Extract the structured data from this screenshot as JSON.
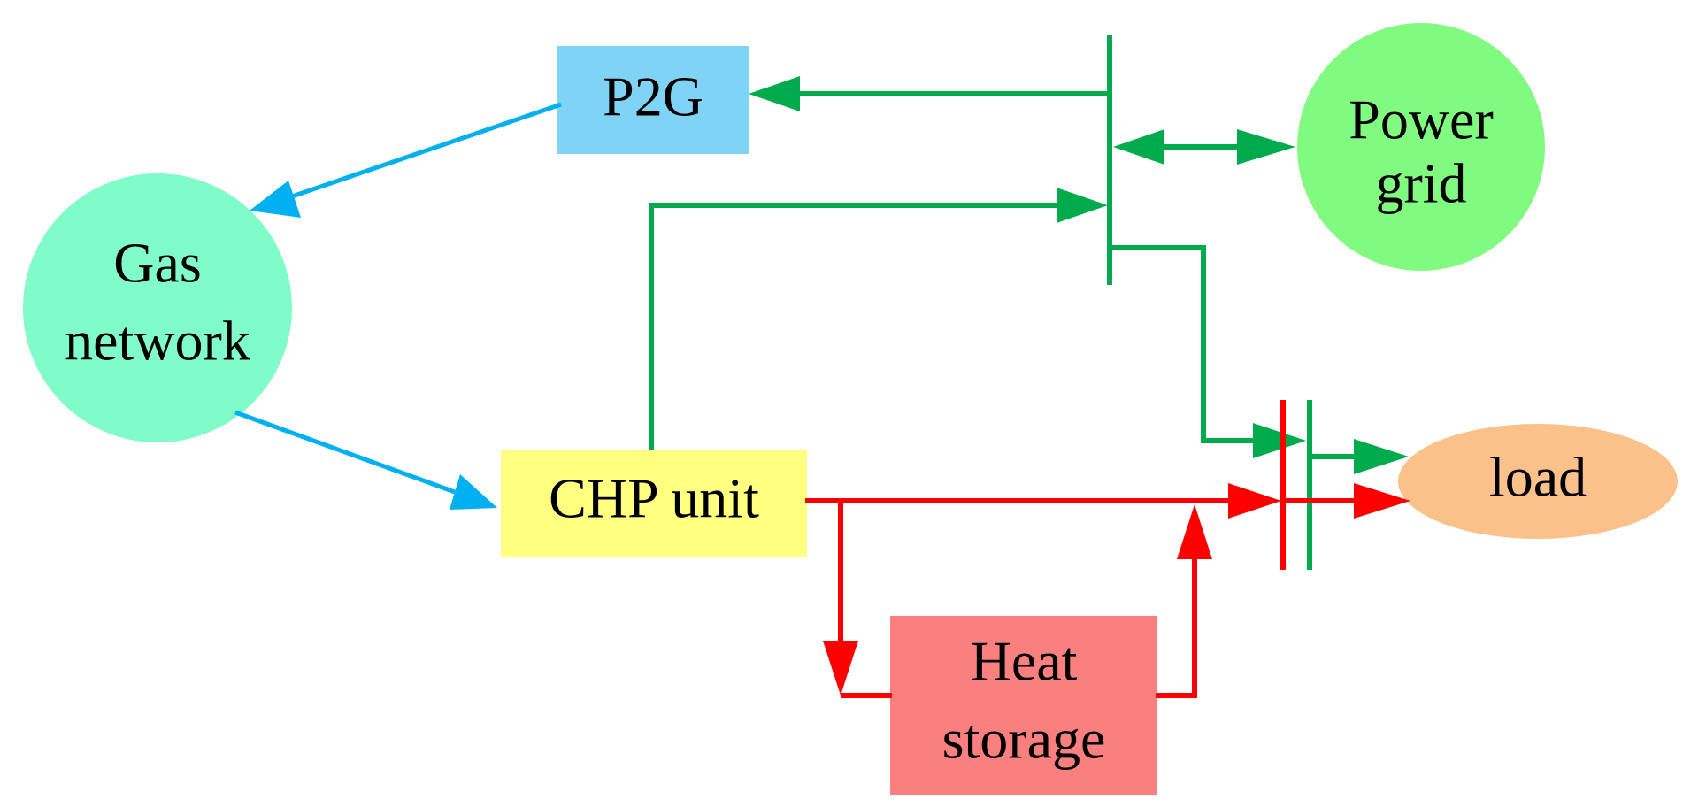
{
  "nodes": {
    "p2g": {
      "label": "P2G",
      "color": "#7fd4f5"
    },
    "power_grid": {
      "line1": "Power",
      "line2": "grid",
      "color": "#80fb80"
    },
    "gas_network": {
      "line1": "Gas",
      "line2": "network",
      "color": "#80fcc8"
    },
    "chp_unit": {
      "label": "CHP unit",
      "color": "#ffff80"
    },
    "heat_storage": {
      "line1": "Heat",
      "line2": "storage",
      "color": "#fa8080"
    },
    "load": {
      "label": "load",
      "color": "#fac28a"
    }
  },
  "colors": {
    "electric": "#00ab4e",
    "heat": "#ff0000",
    "gas": "#00b0f0"
  }
}
